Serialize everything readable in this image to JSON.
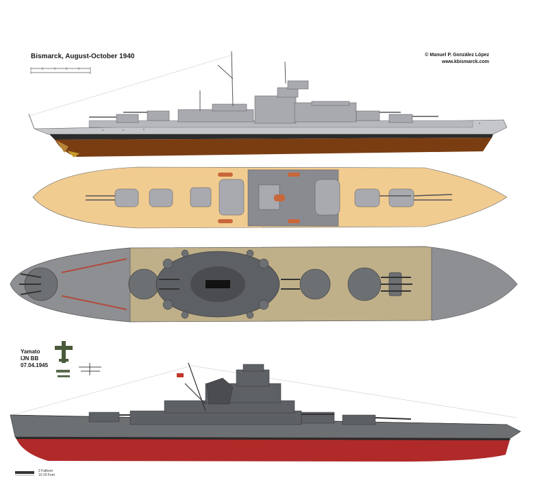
{
  "bismarck": {
    "title": "Bismarck, August-October 1940",
    "colors": {
      "hull": "#c6c7cb",
      "bottom": "#7a3d12",
      "deck": "#f1cc91",
      "superstructure": "#a9aab0"
    }
  },
  "credit": {
    "author": "© Manuel P. González López",
    "website": "www.kbismarck.com"
  },
  "yamato": {
    "name": "Yamato",
    "type": "IJN BB",
    "date": "07.04.1945",
    "colors": {
      "hull": "#6d7073",
      "bottom": "#b02a2a",
      "deck": "#bfb08a",
      "superstructure": "#5d6064"
    }
  },
  "scale": {
    "label1": "2 Fathom",
    "label2": "10 20 Feet"
  }
}
